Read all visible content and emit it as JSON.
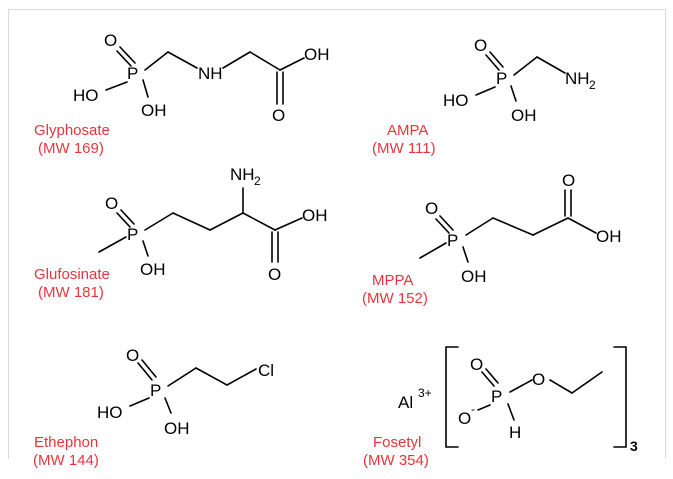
{
  "colors": {
    "label": "#e8353c",
    "bond": "#000000",
    "frame": "#d9d9d9"
  },
  "atoms": {
    "O": "O",
    "P": "P",
    "H": "H",
    "N": "N",
    "Cl": "Cl",
    "Al": "Al"
  },
  "groups": {
    "HO": "HO",
    "OH": "OH",
    "NH": "NH",
    "NH2_base": "NH",
    "NH2_sub": "2"
  },
  "charges": {
    "al": "3+",
    "minus": "-"
  },
  "bracket_count": "3",
  "compounds": {
    "glyphosate": {
      "name": "Glyphosate",
      "mw": "(MW 169)"
    },
    "ampa": {
      "name": "AMPA",
      "mw": "(MW 111)"
    },
    "glufosinate": {
      "name": "Glufosinate",
      "mw": "(MW 181)"
    },
    "mppa": {
      "name": "MPPA",
      "mw": "(MW 152)"
    },
    "ethephon": {
      "name": "Ethephon",
      "mw": "(MW 144)"
    },
    "fosetyl": {
      "name": "Fosetyl",
      "mw": "(MW 354)"
    }
  }
}
